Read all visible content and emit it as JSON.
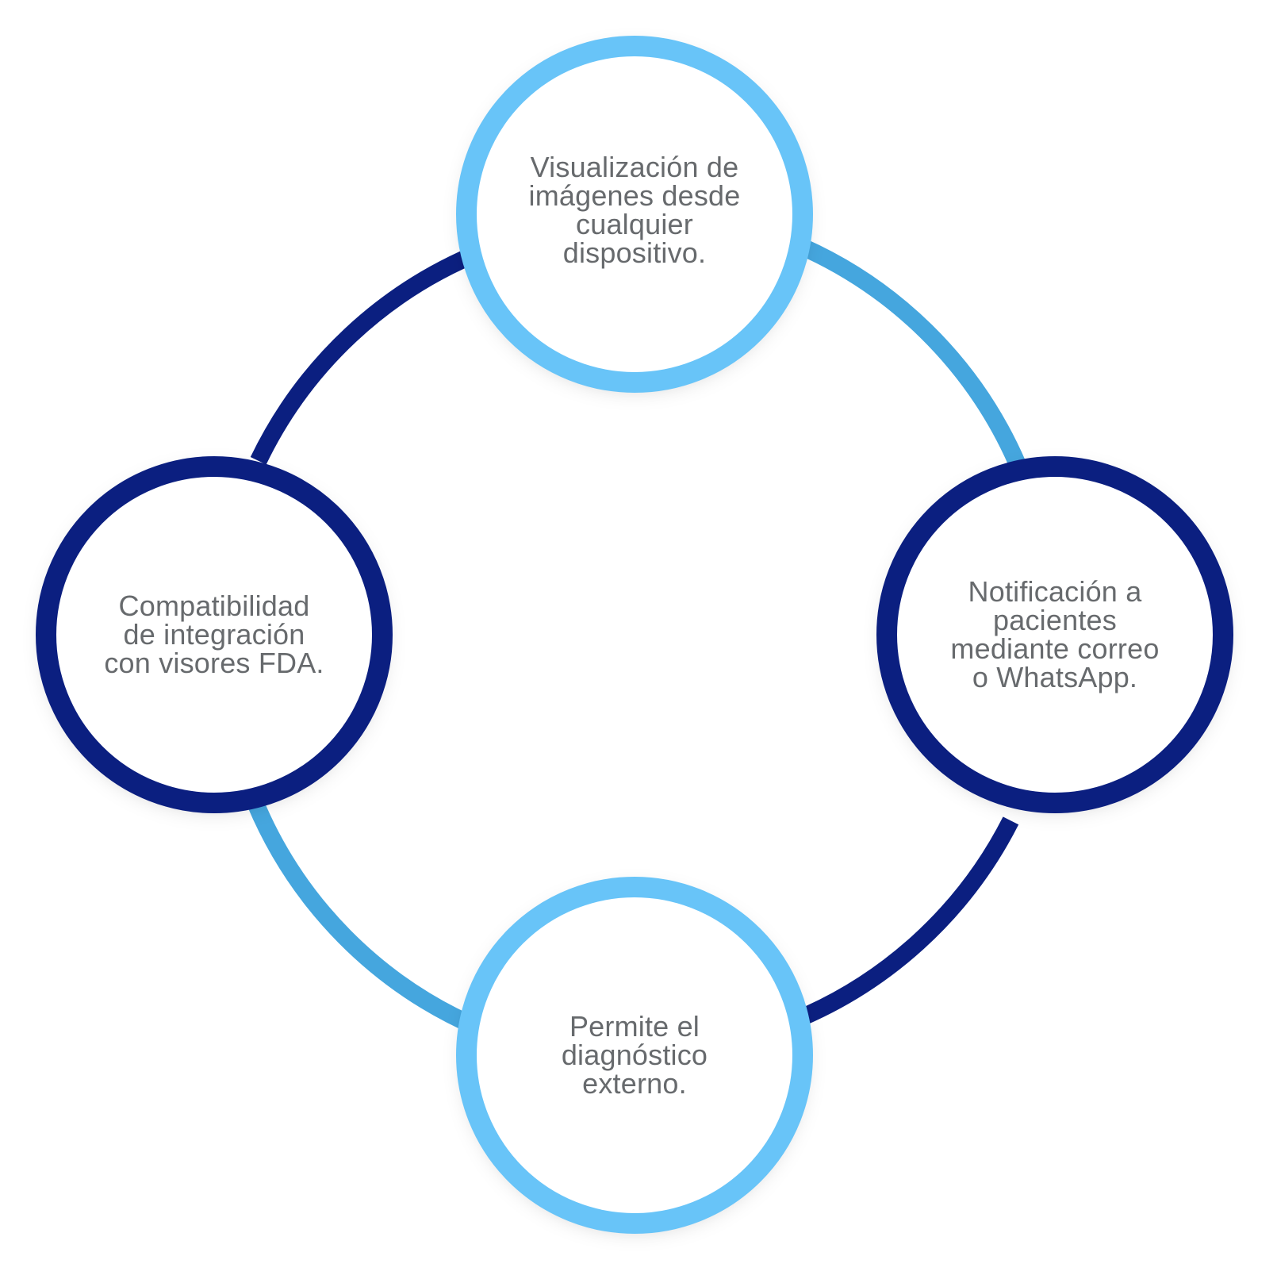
{
  "colors": {
    "dark_navy": "#0b1f80",
    "medium_blue": "#45a6de",
    "light_blue": "#68c4f8",
    "circle_fill": "#ffffff",
    "text": "#676a6d"
  },
  "nodes": {
    "top": {
      "label": "Visualización de\nimágenes desde\ncualquier\ndispositivo.",
      "ring_color": "light-blue"
    },
    "right": {
      "label": "Notificación a\npacientes\nmediante correo\no WhatsApp.",
      "ring_color": "dark-navy"
    },
    "bottom": {
      "label": "Permite el\ndiagnóstico\nexterno.",
      "ring_color": "light-blue"
    },
    "left": {
      "label": "Compatibilidad\nde integración\ncon visores FDA.",
      "ring_color": "dark-navy"
    }
  }
}
